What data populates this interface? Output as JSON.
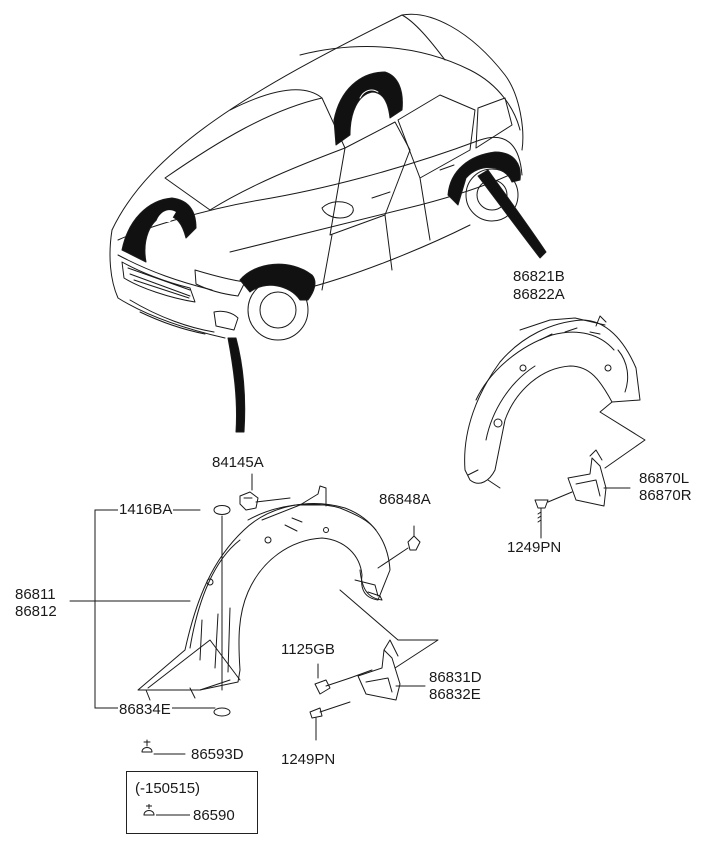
{
  "diagram": {
    "labels": {
      "rear_liner_part_1": "86821B",
      "rear_liner_part_2": "86822A",
      "rear_mudguard_part_1": "86870L",
      "rear_mudguard_part_2": "86870R",
      "rear_screw": "1249PN",
      "front_clip": "84145A",
      "front_nut": "1416BA",
      "front_liner_part_1": "86811",
      "front_liner_part_2": "86812",
      "front_push_clip": "86848A",
      "front_bolt": "1125GB",
      "front_mudguard_part_1": "86831D",
      "front_mudguard_part_2": "86832E",
      "front_screw": "1249PN",
      "front_washer": "86834E",
      "front_rivet": "86593D",
      "inset_condition": "(-150515)",
      "inset_part": "86590"
    }
  }
}
